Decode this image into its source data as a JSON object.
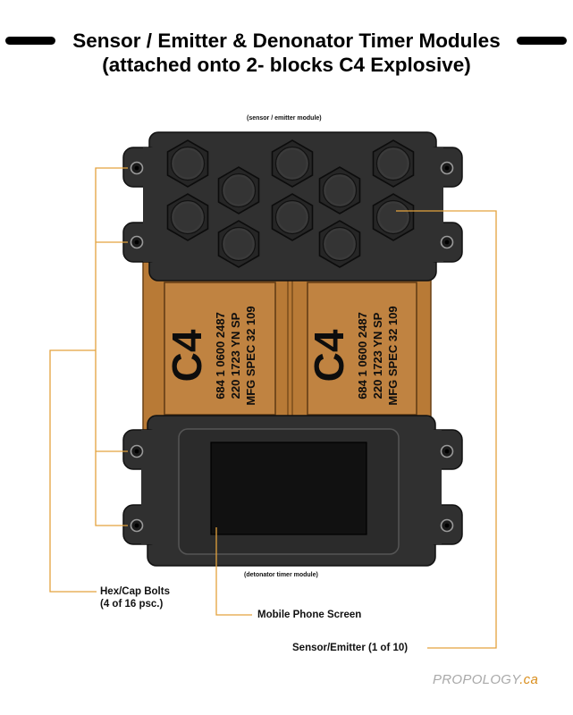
{
  "header": {
    "title_line_1": "Sensor / Emitter & Denonator Timer Modules",
    "title_line_2": "(attached onto 2- blocks C4 Explosive)"
  },
  "modules": {
    "sensor_caption": "(sensor / emitter module)",
    "timer_caption": "(detonator timer module)"
  },
  "c4_blocks": [
    {
      "label": "C4",
      "lines": [
        "684 1 0600 2487",
        "220 1723 YN SP",
        "MFG SPEC 32 109"
      ]
    },
    {
      "label": "C4",
      "lines": [
        "684 1 0600 2487",
        "220 1723 YN SP",
        "MFG SPEC 32 109"
      ]
    }
  ],
  "callouts": {
    "bolts_line_1": "Hex/Cap Bolts",
    "bolts_line_2": "(4 of 16 psc.)",
    "phone_screen": "Mobile Phone Screen",
    "sensor_emitter": "Sensor/Emitter (1 of 10)"
  },
  "brand": {
    "name": "PROPOLOGY",
    "tld": ".ca"
  },
  "colors": {
    "module_body": "#303030",
    "hex_cap": "#262626",
    "c4_wrap": "#b87a36",
    "c4_panel": "#c08341",
    "callout_line": "#e3a23d",
    "screen": "#111111",
    "brand_grey": "#a9a9a9",
    "brand_orange": "#d98d1b"
  }
}
